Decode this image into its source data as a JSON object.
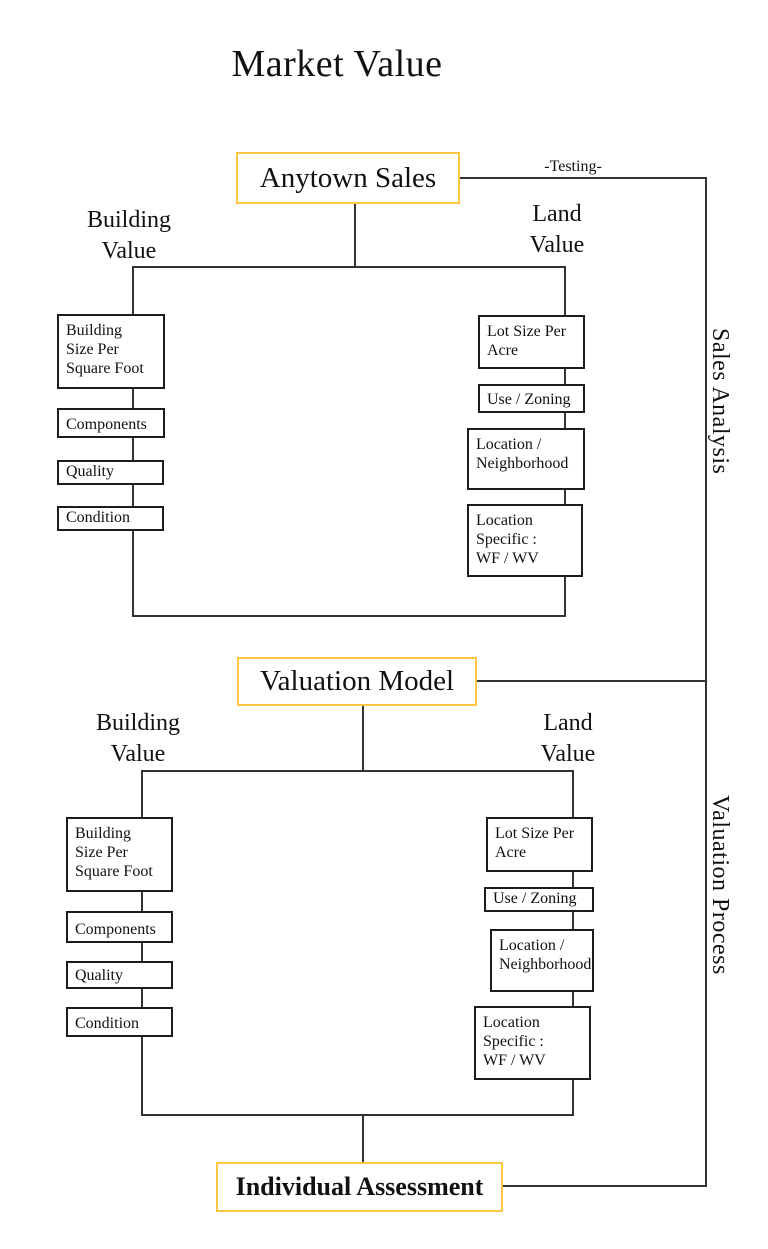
{
  "title": "Market Value",
  "colors": {
    "highlight_border": "#fdc743",
    "line": "#333333",
    "box_border": "#1c1c1c"
  },
  "labels": {
    "testing": "-Testing-",
    "sales_analysis": "Sales Analysis",
    "valuation_process": "Valuation Process"
  },
  "nodes": {
    "anytown_sales": "Anytown Sales",
    "valuation_model": "Valuation Model",
    "individual_assessment": "Individual Assessment"
  },
  "section1": {
    "building_value_label": "Building\nValue",
    "land_value_label": "Land\nValue",
    "building_boxes": {
      "size": "Building\nSize Per\nSquare Foot",
      "components": "Components",
      "quality": "Quality",
      "condition": "Condition"
    },
    "land_boxes": {
      "lot_size": "Lot Size Per\nAcre",
      "use_zoning": "Use / Zoning",
      "location_neighborhood": "Location /\nNeighborhood",
      "location_specific": "Location\nSpecific :\nWF / WV"
    }
  },
  "section2": {
    "building_value_label": "Building\nValue",
    "land_value_label": "Land\nValue",
    "building_boxes": {
      "size": "Building\nSize Per\nSquare Foot",
      "components": "Components",
      "quality": "Quality",
      "condition": "Condition"
    },
    "land_boxes": {
      "lot_size": "Lot Size Per\nAcre",
      "use_zoning": "Use / Zoning",
      "location_neighborhood": "Location /\nNeighborhood",
      "location_specific": "Location\nSpecific :\nWF / WV"
    }
  }
}
